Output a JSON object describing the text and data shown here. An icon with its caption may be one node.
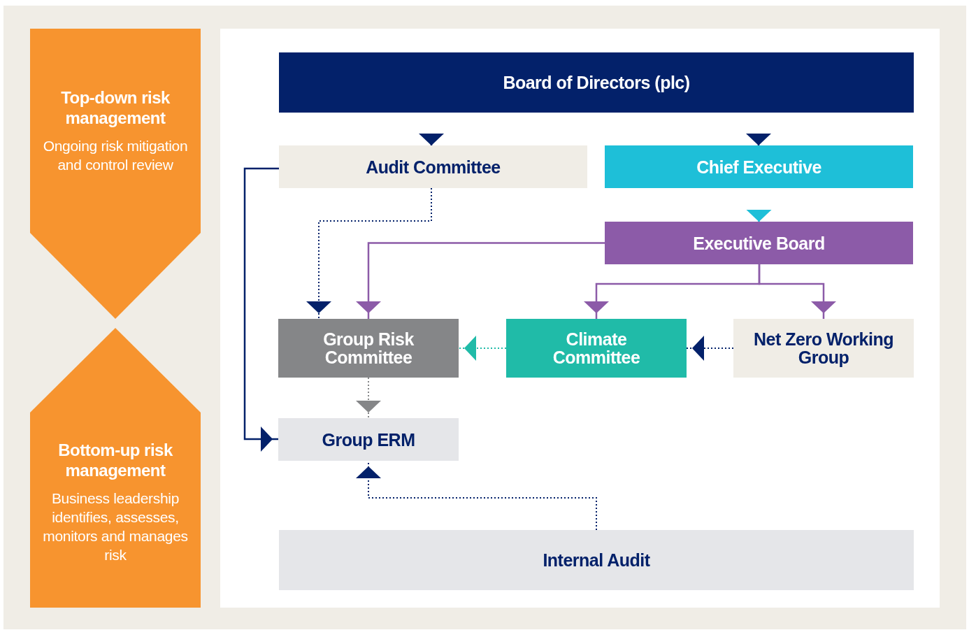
{
  "diagram": {
    "nodes": [
      {
        "text": [
          "Top-down risk management",
          "Ongoing risk mitigation and control review"
        ]
      },
      {
        "text": [
          "Bottom-up risk management",
          "Business leadership identifies, assesses, monitors and manages risk"
        ]
      },
      {
        "text": [
          "Board of Directors (plc)"
        ]
      },
      {
        "text": [
          "Audit Committee"
        ]
      },
      {
        "text": [
          "Chief Executive"
        ]
      },
      {
        "text": [
          "Executive Board"
        ]
      },
      {
        "text": [
          "Group Risk Committee"
        ]
      },
      {
        "text": [
          "Climate Committee"
        ]
      },
      {
        "text": [
          "Net Zero Working Group"
        ]
      },
      {
        "text": [
          "Group ERM"
        ]
      },
      {
        "text": [
          "Internal Audit"
        ]
      }
    ],
    "edges": [
      {
        "from": 2,
        "to": 3,
        "arrow": "to"
      },
      {
        "from": 2,
        "to": 4,
        "arrow": "to"
      },
      {
        "from": 4,
        "to": 5,
        "arrow": "to",
        "color": "#1ebfd8"
      },
      {
        "from": 3,
        "to": 6,
        "arrow": "to",
        "style": "dashed"
      },
      {
        "from": 5,
        "to": 6,
        "arrow": "to",
        "color": "#8c5ba8"
      },
      {
        "from": 5,
        "to": 7,
        "arrow": "to",
        "color": "#8c5ba8"
      },
      {
        "from": 5,
        "to": 8,
        "arrow": "to",
        "color": "#8c5ba8"
      },
      {
        "from": 7,
        "to": 6,
        "arrow": "to",
        "style": "dashed",
        "color": "#20bba8"
      },
      {
        "from": 8,
        "to": 7,
        "arrow": "to",
        "style": "dashed"
      },
      {
        "from": 6,
        "to": 9,
        "arrow": "to",
        "style": "dashed",
        "color": "#858688"
      },
      {
        "from": 3,
        "to": 9,
        "arrow": "to"
      },
      {
        "from": 10,
        "to": 9,
        "arrow": "to",
        "style": "dashed"
      }
    ]
  }
}
